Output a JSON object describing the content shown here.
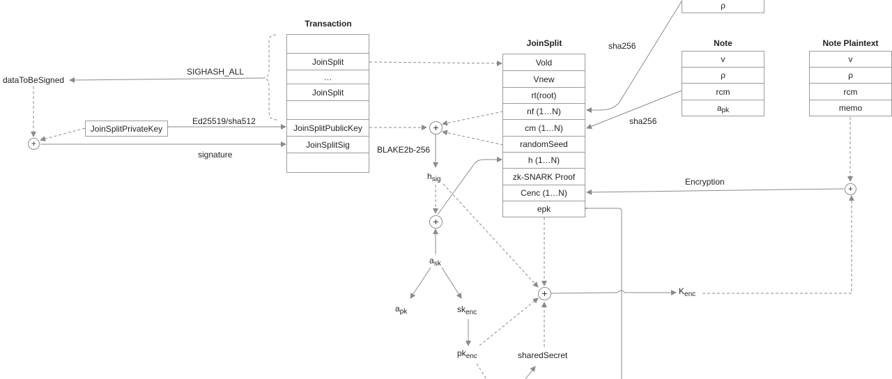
{
  "tables": {
    "transaction": {
      "title": "Transaction",
      "rows": [
        "",
        "JoinSplit",
        "…",
        "JoinSplit",
        "",
        "JoinSplitPublicKey",
        "JoinSplitSig",
        ""
      ]
    },
    "joinsplit": {
      "title": "JoinSplit",
      "rows": [
        "Vold",
        "Vnew",
        "rt(root)",
        "nf (1…N)",
        "cm (1…N)",
        "randomSeed",
        "h (1…N)",
        "zk-SNARK Proof",
        "Cenc (1…N)",
        "epk"
      ]
    },
    "top_box": {
      "rows": [
        "ρ"
      ]
    },
    "note": {
      "title": "Note",
      "rows": [
        "v",
        "ρ",
        "rcm",
        "a"
      ],
      "apk_sub": "pk"
    },
    "note_plaintext": {
      "title": "Note Plaintext",
      "rows": [
        "v",
        "ρ",
        "rcm",
        "memo"
      ]
    }
  },
  "boxes": {
    "private_key": "JoinSplitPrivateKey"
  },
  "labels": {
    "sighash": "SIGHASH_ALL",
    "data_to_be_signed": "dataToBeSigned",
    "ed25519": "Ed25519/sha512",
    "signature": "signature",
    "blake2b": "BLAKE2b-256",
    "sha256_top": "sha256",
    "sha256_mid": "sha256",
    "encryption": "Encryption",
    "shared_secret": "sharedSecret"
  },
  "symbols": {
    "hsig": {
      "base": "h",
      "sub": "sig"
    },
    "ask": {
      "base": "a",
      "sub": "sk"
    },
    "apk": {
      "base": "a",
      "sub": "pk"
    },
    "skenc": {
      "base": "sk",
      "sub": "enc"
    },
    "pkenc": {
      "base": "pk",
      "sub": "enc"
    },
    "kenc": {
      "base": "K",
      "sub": "enc"
    }
  },
  "operator_symbol": "+"
}
